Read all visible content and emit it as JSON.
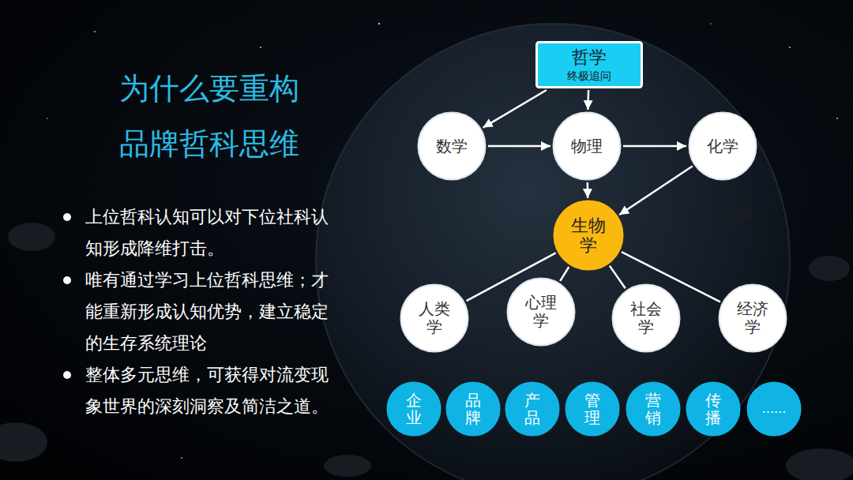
{
  "diagram": {
    "title": "为什么要重构 品牌哲科思维",
    "nodes": [
      {
        "text": [
          "哲学",
          "终极追问"
        ]
      },
      {
        "text": [
          "数学"
        ]
      },
      {
        "text": [
          "物理"
        ]
      },
      {
        "text": [
          "化学"
        ]
      },
      {
        "text": [
          "生物学"
        ]
      },
      {
        "text": [
          "人类学"
        ]
      },
      {
        "text": [
          "心理学"
        ]
      },
      {
        "text": [
          "社会学"
        ]
      },
      {
        "text": [
          "经济学"
        ]
      },
      {
        "text": [
          "企业"
        ]
      },
      {
        "text": [
          "品牌"
        ]
      },
      {
        "text": [
          "产品"
        ]
      },
      {
        "text": [
          "管理"
        ]
      },
      {
        "text": [
          "营销"
        ]
      },
      {
        "text": [
          "传播"
        ]
      },
      {
        "text": [
          "......"
        ]
      }
    ],
    "edges": [
      {
        "from": 0,
        "to": 1,
        "arrow": "to"
      },
      {
        "from": 0,
        "to": 2,
        "arrow": "to"
      },
      {
        "from": 1,
        "to": 2,
        "arrow": "to"
      },
      {
        "from": 2,
        "to": 3,
        "arrow": "to"
      },
      {
        "from": 2,
        "to": 4,
        "arrow": "to"
      },
      {
        "from": 3,
        "to": 4,
        "arrow": "to"
      },
      {
        "from": 4,
        "to": 5,
        "arrow": "none"
      },
      {
        "from": 4,
        "to": 6,
        "arrow": "none"
      },
      {
        "from": 4,
        "to": 7,
        "arrow": "none"
      },
      {
        "from": 4,
        "to": 8,
        "arrow": "none"
      }
    ],
    "labels": [
      "上位哲科认知可以对下位社科认知形成降维打击。",
      "唯有通过学习上位哲科思维；才能重新形成认知优势，建立稳定的生存系统理论",
      "整体多元思维，可获得对流变现象世界的深刻洞察及简洁之道。"
    ]
  }
}
